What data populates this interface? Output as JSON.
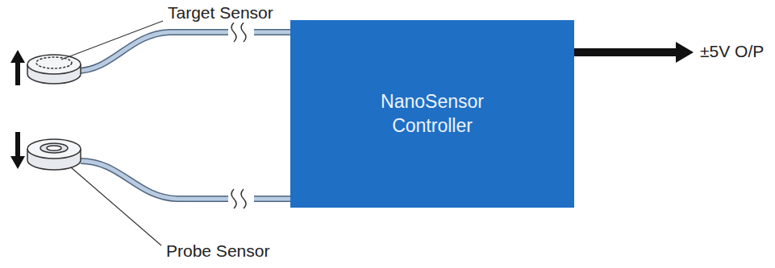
{
  "diagram": {
    "nodes": [
      {
        "text": [
          "NanoSensor Controller"
        ]
      }
    ],
    "labels": [
      "Target Sensor",
      "Probe Sensor",
      "±5V O/P"
    ]
  }
}
